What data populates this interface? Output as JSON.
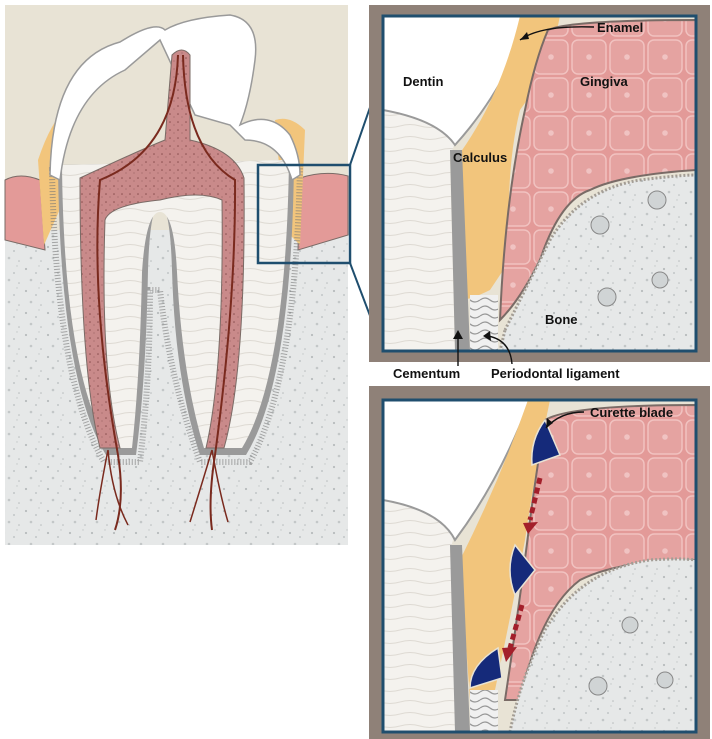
{
  "labels": {
    "enamel": "Enamel",
    "dentin": "Dentin",
    "gingiva": "Gingiva",
    "calculus": "Calculus",
    "bone": "Bone",
    "cementum": "Cementum",
    "periodontal_ligament": "Periodontal ligament",
    "curette_blade": "Curette blade"
  },
  "colors": {
    "enamel": "#ffffff",
    "dentin": "#f4f2ee",
    "pulp": "#c98a8a",
    "gingiva": "#e39a98",
    "calculus": "#f2c57c",
    "bone": "#e6e8e8",
    "cementum": "#9a9a9a",
    "inset_frame": "#1f4e6e",
    "inset_border": "#8f8178",
    "curette": "#152a7a",
    "arrow": "#a31f2a"
  }
}
